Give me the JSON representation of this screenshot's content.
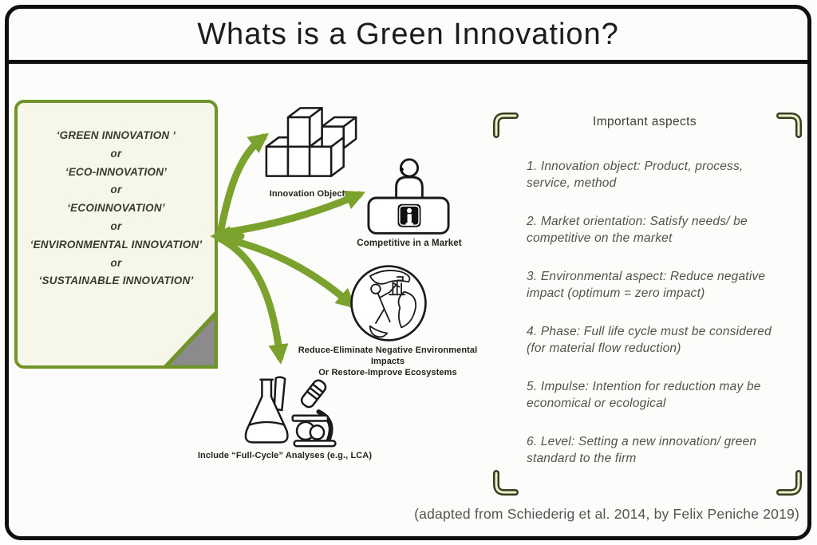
{
  "title": "Whats is a Green Innovation?",
  "left_box": {
    "lines": [
      "‘GREEN INNOVATION ‘",
      "or",
      "‘ECO-INNOVATION’",
      "or",
      "‘ECOINNOVATION’",
      "or",
      "‘ENVIRONMENTAL INNOVATION’",
      "or",
      "‘SUSTAINABLE INNOVATION’"
    ]
  },
  "nodes": [
    {
      "icon": "blocks-icon",
      "label": "Innovation Object"
    },
    {
      "icon": "info-desk-icon",
      "label": "Competitive in a Market"
    },
    {
      "icon": "globe-repair-icon",
      "label": "Reduce-Eliminate Negative Environmental Impacts",
      "label2": "Or Restore-Improve Ecosystems"
    },
    {
      "icon": "lab-analysis-icon",
      "label": "Include “Full-Cycle” Analyses (e.g., LCA)"
    }
  ],
  "aspects": {
    "heading": "Important aspects",
    "items": [
      "1. Innovation object: Product, process, service, method",
      "2. Market orientation: Satisfy needs/ be competitive on the market",
      "3. Environmental aspect: Reduce negative impact (optimum = zero impact)",
      "4. Phase: Full life cycle must be considered (for material flow reduction)",
      "5. Impulse: Intention for reduction may be economical or ecological",
      "6. Level: Setting a new innovation/ green standard to the firm"
    ]
  },
  "attribution": "(adapted from Schiederig et al. 2014, by Felix Peniche 2019)",
  "colors": {
    "arrow_green": "#7ba22d",
    "box_border_green": "#70942a",
    "box_fill": "#f6f7e8",
    "fold_gray": "#8b8b8b",
    "bracket_dark": "#383d20",
    "bracket_light": "#eaf0c8",
    "frame_black": "#0e0e0e",
    "title_text": "#1c1c1a",
    "aspect_text": "#53534a"
  }
}
